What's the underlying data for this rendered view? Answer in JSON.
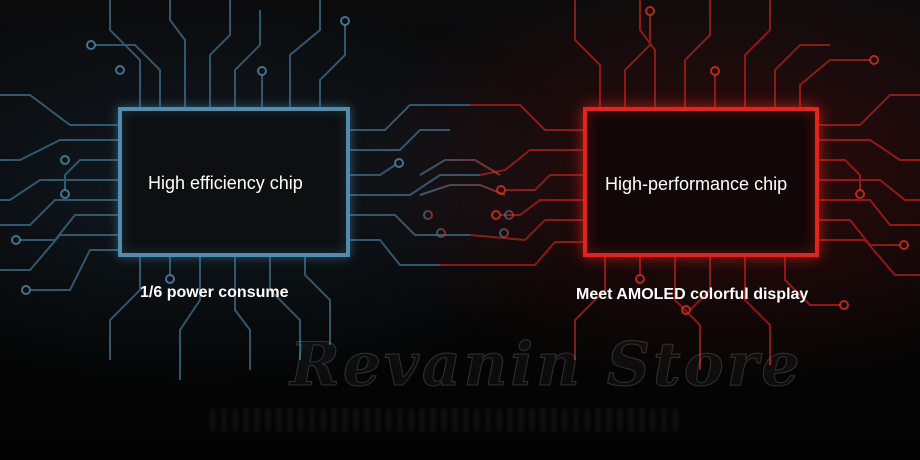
{
  "left_chip": {
    "label": "High efficiency chip",
    "caption": "1/6 power consume",
    "color": "#4f8cb0"
  },
  "right_chip": {
    "label": "High-performance chip",
    "caption": "Meet AMOLED colorful display",
    "color": "#e0251f"
  },
  "watermark": {
    "text": "Revanin Store"
  },
  "colors": {
    "background": "#050505",
    "circuit_blue": "#3f6f8c",
    "circuit_red": "#b3201c"
  }
}
